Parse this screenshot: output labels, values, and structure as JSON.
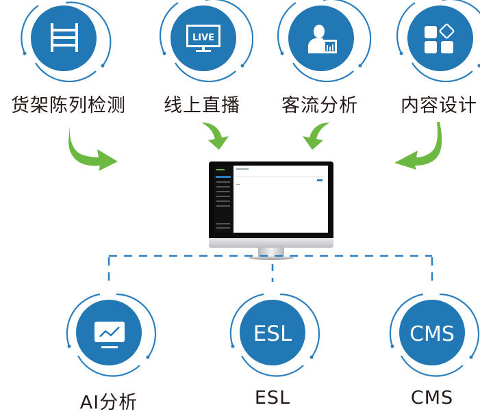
{
  "colors": {
    "primary_blue": "#2178b4",
    "ring_blue": "#2a7fc0",
    "arrow_green": "#6cb843",
    "label_text": "#231815",
    "icon_white": "#ffffff"
  },
  "top_nodes": [
    {
      "label": "货架陈列检测",
      "icon": "shelf-icon"
    },
    {
      "label": "线上直播",
      "icon": "live-monitor-icon",
      "icon_text": "LIVE"
    },
    {
      "label": "客流分析",
      "icon": "person-chart-icon"
    },
    {
      "label": "内容设计",
      "icon": "app-grid-icon"
    }
  ],
  "bottom_nodes": [
    {
      "label": "AI分析",
      "icon": "trend-monitor-icon"
    },
    {
      "label": "ESL",
      "icon": "esl-text-icon",
      "icon_text": "ESL"
    },
    {
      "label": "CMS",
      "icon": "cms-text-icon",
      "icon_text": "CMS"
    }
  ],
  "center": {
    "name": "monitor-dashboard"
  }
}
